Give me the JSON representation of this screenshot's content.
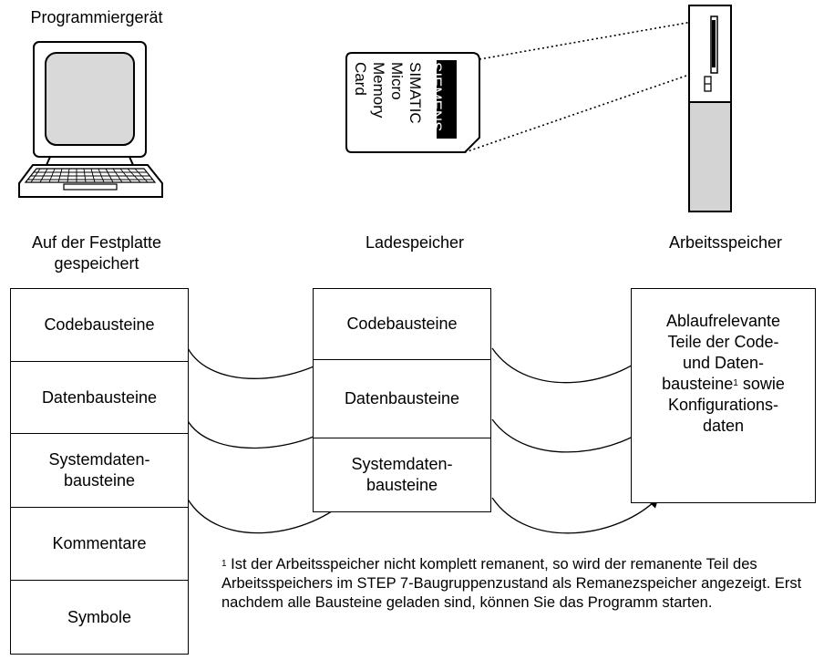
{
  "labels": {
    "pg_title": "Programmiergerät",
    "pg_caption_1": "Auf der Festplatte",
    "pg_caption_2": "gespeichert",
    "ladespeicher": "Ladespeicher",
    "arbeitsspeicher": "Arbeitsspeicher"
  },
  "memory_card": {
    "brand": "SIEMENS",
    "lines": [
      "SIMATIC",
      "Micro",
      "Memory",
      "Card"
    ]
  },
  "left_box": {
    "cells": [
      {
        "line1": "Codebausteine",
        "line2": ""
      },
      {
        "line1": "Datenbausteine",
        "line2": ""
      },
      {
        "line1": "Systemdaten-",
        "line2": "bausteine"
      },
      {
        "line1": "Kommentare",
        "line2": ""
      },
      {
        "line1": "Symbole",
        "line2": ""
      }
    ]
  },
  "middle_box": {
    "cells": [
      {
        "line1": "Codebausteine",
        "line2": ""
      },
      {
        "line1": "Datenbausteine",
        "line2": ""
      },
      {
        "line1": "Systemdaten-",
        "line2": "bausteine"
      }
    ]
  },
  "right_box": {
    "lines": [
      "Ablaufrelevante",
      "Teile der Code-",
      "und Daten-",
      "bausteine",
      "sowie",
      "Konfigurations-",
      "daten"
    ],
    "footnote_mark": "1"
  },
  "footnote": {
    "mark": "1",
    "text": "Ist der Arbeitsspeicher nicht komplett remanent, so wird der remanente Teil des Arbeitsspeichers im STEP 7-Baugruppenzustand als Remanezspeicher angezeigt. Erst nachdem alle Bausteine geladen sind, können Sie das Programm starten."
  }
}
